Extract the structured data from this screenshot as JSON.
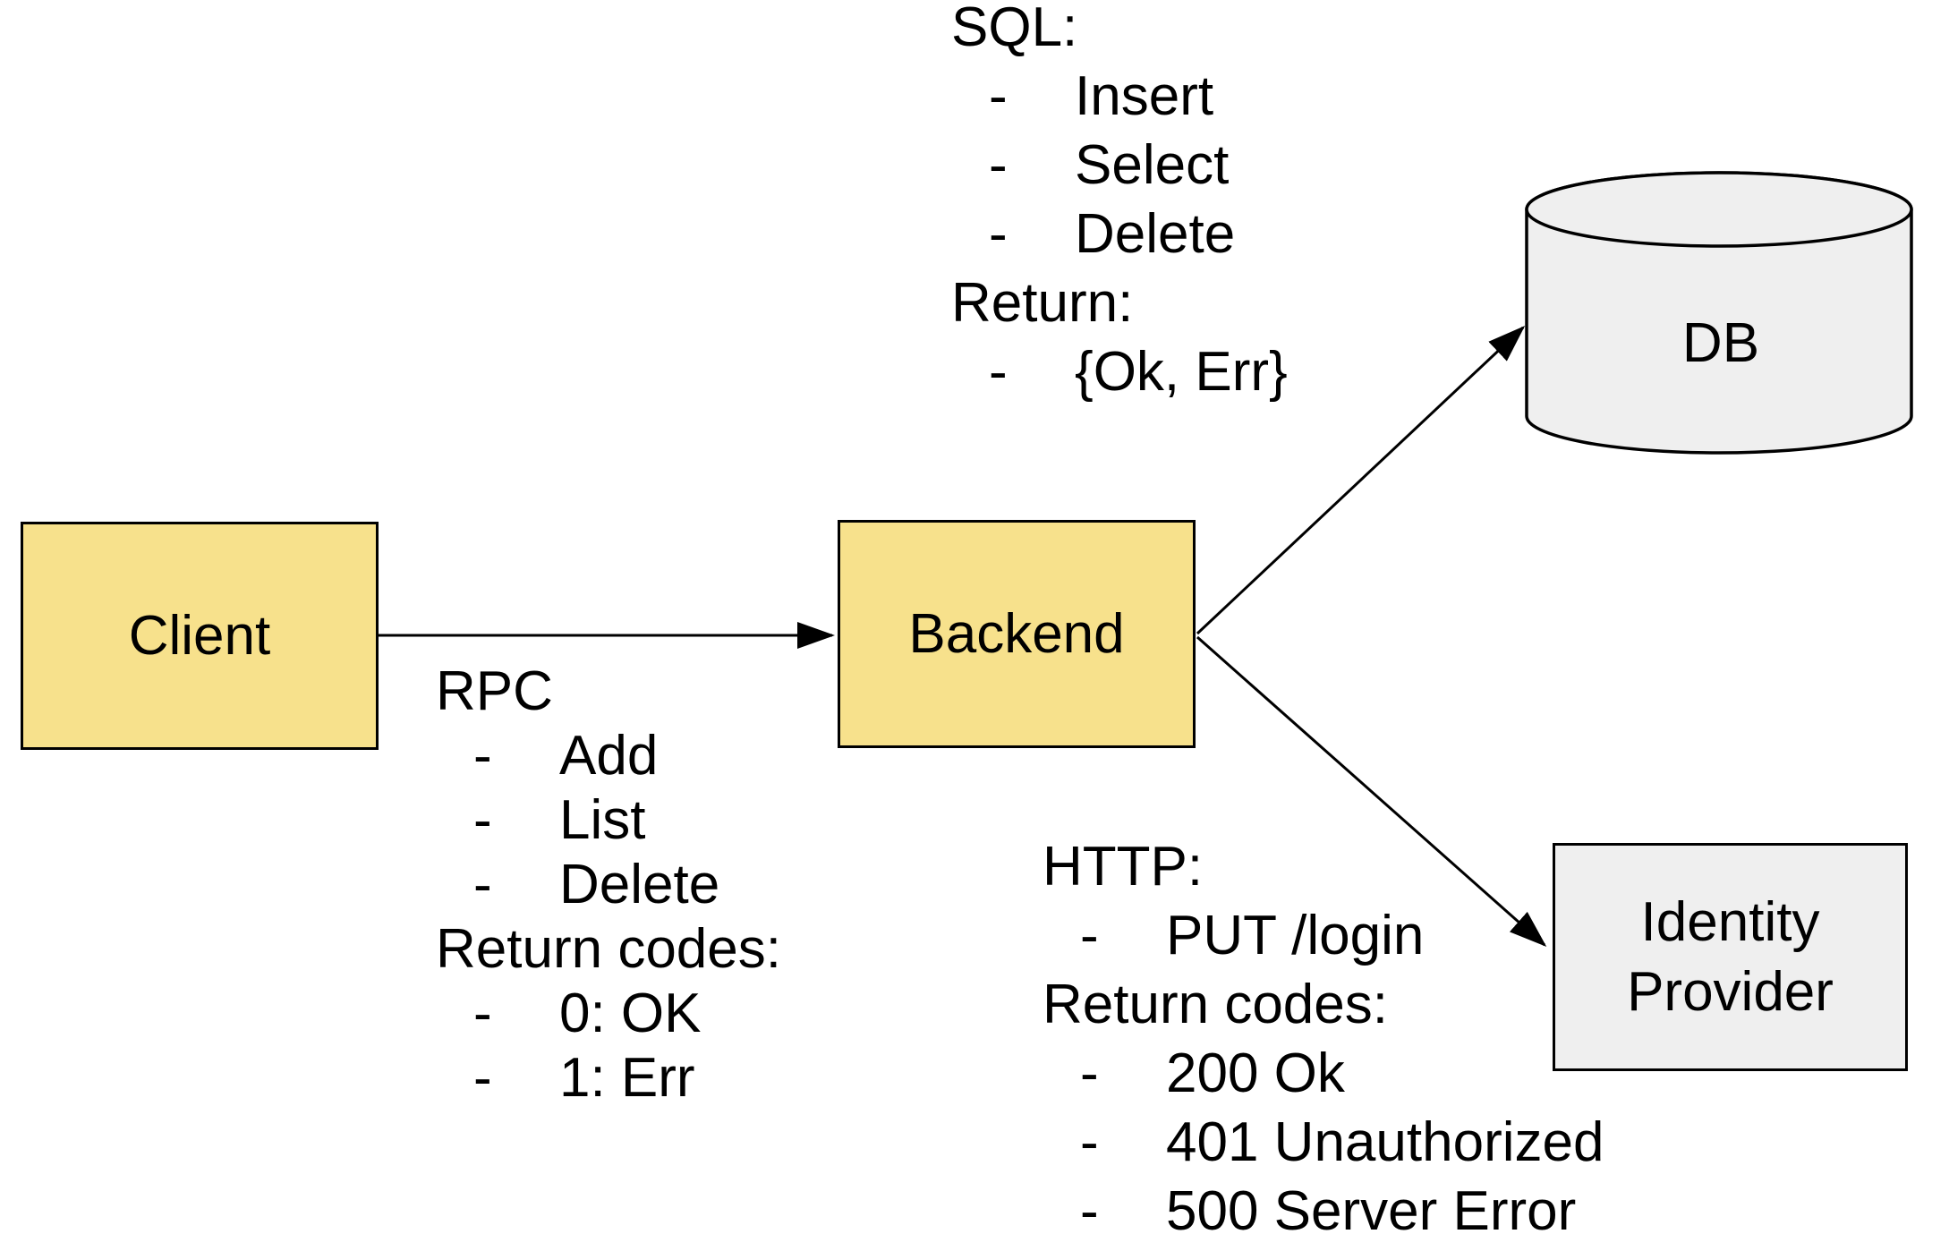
{
  "diagram": {
    "colors": {
      "service_fill": "#F7E18C",
      "external_fill": "#EFEFEF",
      "stroke": "#000000",
      "background": "#FFFFFF"
    },
    "nodes": {
      "client": {
        "label": "Client"
      },
      "backend": {
        "label": "Backend"
      },
      "db": {
        "label": "DB"
      },
      "identity_provider": {
        "label": "Identity Provider"
      }
    },
    "annotations": {
      "sql": {
        "lines": [
          {
            "dash": "",
            "text": "SQL:"
          },
          {
            "dash": "-",
            "text": "Insert"
          },
          {
            "dash": "-",
            "text": "Select"
          },
          {
            "dash": "-",
            "text": "Delete"
          },
          {
            "dash": "",
            "text": "Return:"
          },
          {
            "dash": "-",
            "text": "{Ok, Err}"
          }
        ]
      },
      "rpc": {
        "lines": [
          {
            "dash": "",
            "text": "RPC"
          },
          {
            "dash": "-",
            "text": "Add"
          },
          {
            "dash": "-",
            "text": "List"
          },
          {
            "dash": "-",
            "text": "Delete"
          },
          {
            "dash": "",
            "text": "Return codes:"
          },
          {
            "dash": "-",
            "text": "0: OK"
          },
          {
            "dash": "-",
            "text": "1: Err"
          }
        ]
      },
      "http": {
        "lines": [
          {
            "dash": "",
            "text": "HTTP:"
          },
          {
            "dash": "-",
            "text": "PUT /login"
          },
          {
            "dash": "",
            "text": "Return codes:"
          },
          {
            "dash": "-",
            "text": "200 Ok"
          },
          {
            "dash": "-",
            "text": "401 Unauthorized"
          },
          {
            "dash": "-",
            "text": "500 Server Error"
          }
        ]
      }
    }
  }
}
